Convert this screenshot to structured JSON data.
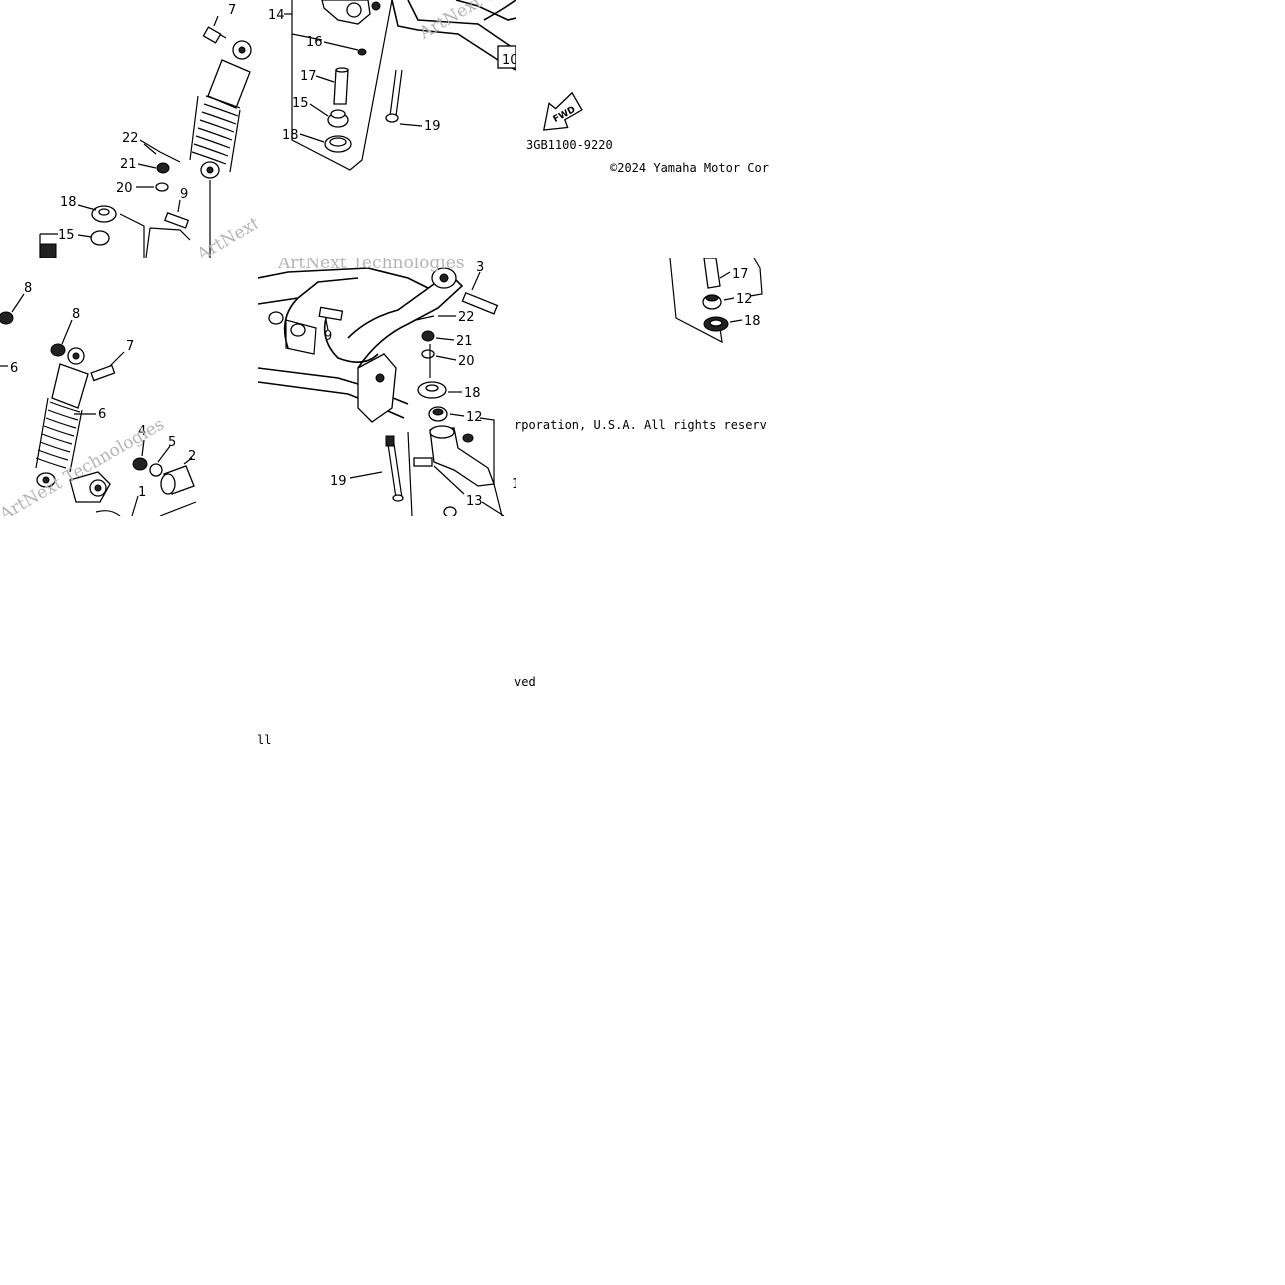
{
  "diagram": {
    "part_code": "3GB1100-9220",
    "fwd_label": "FWD",
    "copyright": "©2024 Yamaha Motor Corporation, U.S.A. All rights reserved",
    "copyright_fragments": {
      "top": "©2024 Yamaha Motor Cor",
      "middle": "rporation, U.S.A. All rights reserv",
      "bottom": "ved",
      "lower": "ll"
    },
    "watermark": "ArtNext Technologies",
    "tile_a_callouts": [
      "7",
      "22",
      "21",
      "20",
      "18",
      "9",
      "15"
    ],
    "tile_b_callouts": [
      "14",
      "16",
      "17",
      "15",
      "18",
      "19",
      "10"
    ],
    "tile_c_callouts": [
      "8",
      "8",
      "6",
      "7",
      "6",
      "4",
      "5",
      "2",
      "1"
    ],
    "tile_d_callouts": [
      "3",
      "22",
      "9",
      "21",
      "20",
      "18",
      "12",
      "19",
      "13",
      "1"
    ],
    "tile_e_callouts": [
      "17",
      "12",
      "18"
    ]
  }
}
